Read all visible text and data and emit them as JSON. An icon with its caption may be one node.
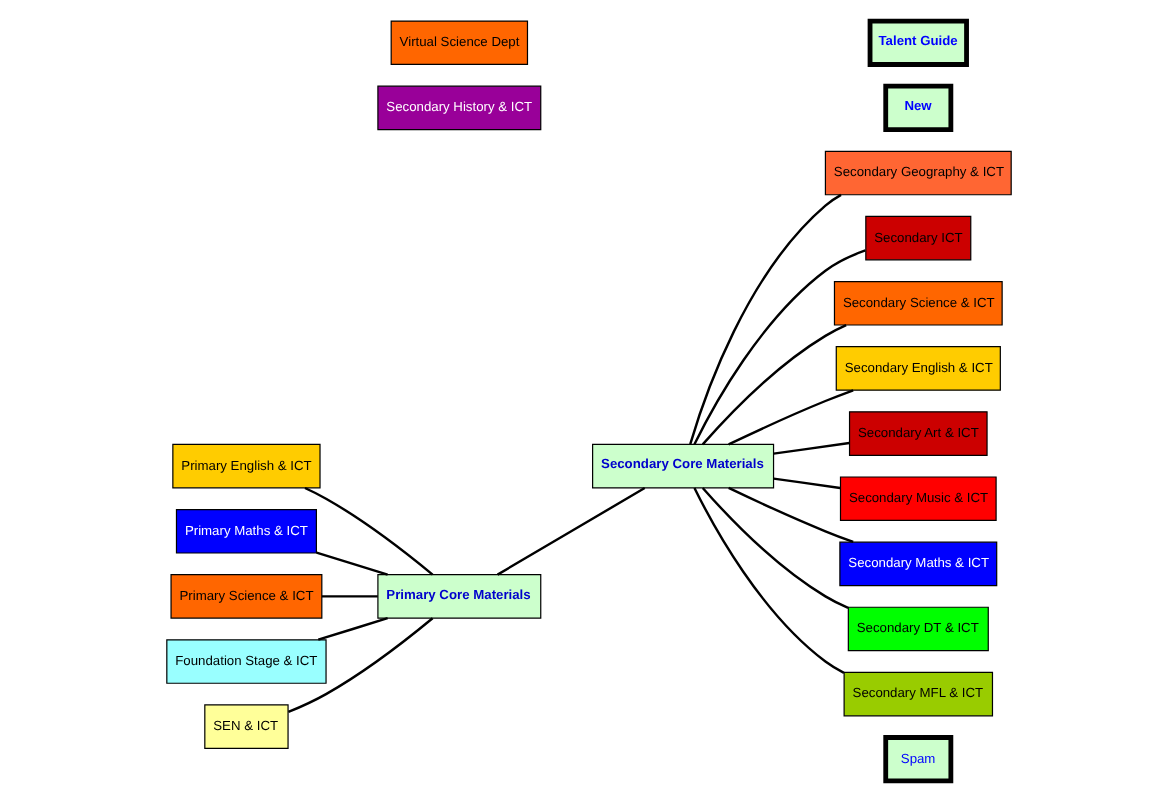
{
  "diagram": {
    "nodes": [
      {
        "text": [
          "Primary English & ICT"
        ]
      },
      {
        "text": [
          "Primary Maths & ICT"
        ]
      },
      {
        "text": [
          "Primary Science & ICT"
        ]
      },
      {
        "text": [
          "Foundation Stage & ICT"
        ]
      },
      {
        "text": [
          "SEN & ICT"
        ]
      },
      {
        "text": [
          "Primary Core Materials"
        ]
      },
      {
        "text": [
          "Secondary Core Materials"
        ]
      },
      {
        "text": [
          "Secondary History & ICT"
        ]
      },
      {
        "text": [
          "Virtual Science Dept"
        ]
      },
      {
        "text": [
          "Secondary Geography & ICT"
        ]
      },
      {
        "text": [
          "Secondary ICT"
        ]
      },
      {
        "text": [
          "Secondary Science & ICT"
        ]
      },
      {
        "text": [
          "Secondary English & ICT"
        ]
      },
      {
        "text": [
          "Secondary Art & ICT"
        ]
      },
      {
        "text": [
          "Secondary Music & ICT"
        ]
      },
      {
        "text": [
          "Secondary Maths & ICT"
        ]
      },
      {
        "text": [
          "Secondary DT & ICT"
        ]
      },
      {
        "text": [
          "Secondary MFL & ICT"
        ]
      },
      {
        "text": [
          "New"
        ]
      },
      {
        "text": [
          "Spam"
        ]
      },
      {
        "text": [
          "Talent Guide"
        ]
      }
    ],
    "edges": [
      {
        "from": 0,
        "to": 5,
        "arrow": "none"
      },
      {
        "from": 1,
        "to": 5,
        "arrow": "none"
      },
      {
        "from": 2,
        "to": 5,
        "arrow": "none"
      },
      {
        "from": 3,
        "to": 5,
        "arrow": "none"
      },
      {
        "from": 4,
        "to": 5,
        "arrow": "none"
      },
      {
        "from": 5,
        "to": 6,
        "arrow": "none"
      },
      {
        "from": 6,
        "to": 9,
        "arrow": "none"
      },
      {
        "from": 6,
        "to": 10,
        "arrow": "none"
      },
      {
        "from": 6,
        "to": 11,
        "arrow": "none"
      },
      {
        "from": 6,
        "to": 12,
        "arrow": "none"
      },
      {
        "from": 6,
        "to": 13,
        "arrow": "none"
      },
      {
        "from": 6,
        "to": 14,
        "arrow": "none"
      },
      {
        "from": 6,
        "to": 15,
        "arrow": "none"
      },
      {
        "from": 6,
        "to": 16,
        "arrow": "none"
      },
      {
        "from": 6,
        "to": 17,
        "arrow": "none"
      }
    ]
  }
}
